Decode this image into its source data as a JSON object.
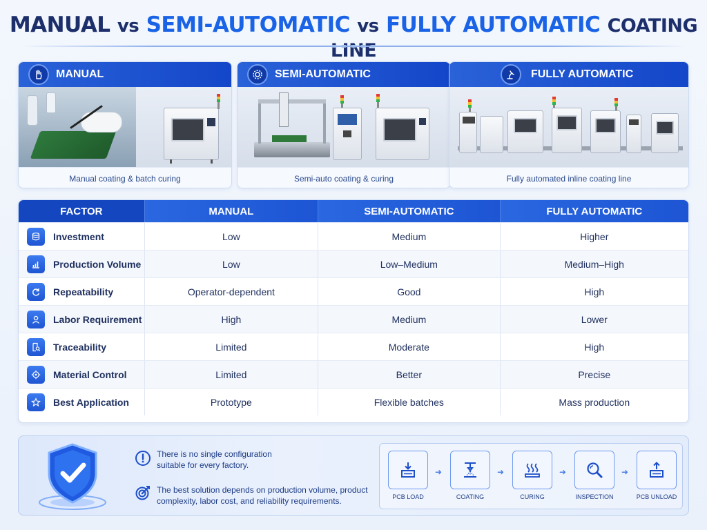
{
  "title": {
    "part1": "MANUAL",
    "vs1": "vs",
    "part2": "SEMI-AUTOMATIC",
    "vs2": "vs",
    "part3": "FULLY AUTOMATIC",
    "part4": "COATING LINE"
  },
  "cards": [
    {
      "title": "MANUAL",
      "caption": "Manual coating & batch curing",
      "icon": "hand-icon"
    },
    {
      "title": "SEMI-AUTOMATIC",
      "caption": "Semi-auto coating & curing",
      "icon": "gear-icon"
    },
    {
      "title": "FULLY AUTOMATIC",
      "caption": "Fully automated inline coating line",
      "icon": "robot-arm-icon"
    }
  ],
  "table": {
    "headers": [
      "FACTOR",
      "MANUAL",
      "SEMI-AUTOMATIC",
      "FULLY AUTOMATIC"
    ],
    "rows": [
      {
        "factor": "Investment",
        "icon": "coins-icon",
        "values": [
          "Low",
          "Medium",
          "Higher"
        ]
      },
      {
        "factor": "Production Volume",
        "icon": "bar-chart-icon",
        "values": [
          "Low",
          "Low–Medium",
          "Medium–High"
        ]
      },
      {
        "factor": "Repeatability",
        "icon": "refresh-icon",
        "values": [
          "Operator-dependent",
          "Good",
          "High"
        ]
      },
      {
        "factor": "Labor Requirement",
        "icon": "user-icon",
        "values": [
          "High",
          "Medium",
          "Lower"
        ]
      },
      {
        "factor": "Traceability",
        "icon": "document-search-icon",
        "values": [
          "Limited",
          "Moderate",
          "High"
        ]
      },
      {
        "factor": "Material Control",
        "icon": "target-icon",
        "values": [
          "Limited",
          "Better",
          "Precise"
        ]
      },
      {
        "factor": "Best Application",
        "icon": "star-icon",
        "values": [
          "Prototype",
          "Flexible batches",
          "Mass production"
        ]
      }
    ]
  },
  "notes": {
    "note1": "There is no single configuration suitable for every factory.",
    "note2": "The best solution depends on production volume, product complexity, labor cost, and reliability requirements."
  },
  "flow": [
    {
      "label": "PCB LOAD",
      "icon": "pcb-load-icon"
    },
    {
      "label": "COATING",
      "icon": "spray-nozzle-icon"
    },
    {
      "label": "CURING",
      "icon": "heat-icon"
    },
    {
      "label": "INSPECTION",
      "icon": "magnifier-icon"
    },
    {
      "label": "PCB UNLOAD",
      "icon": "pcb-unload-icon"
    }
  ],
  "colors": {
    "accent": "#1a63e6",
    "dark": "#1d2f6b",
    "header": "#1447bf"
  }
}
